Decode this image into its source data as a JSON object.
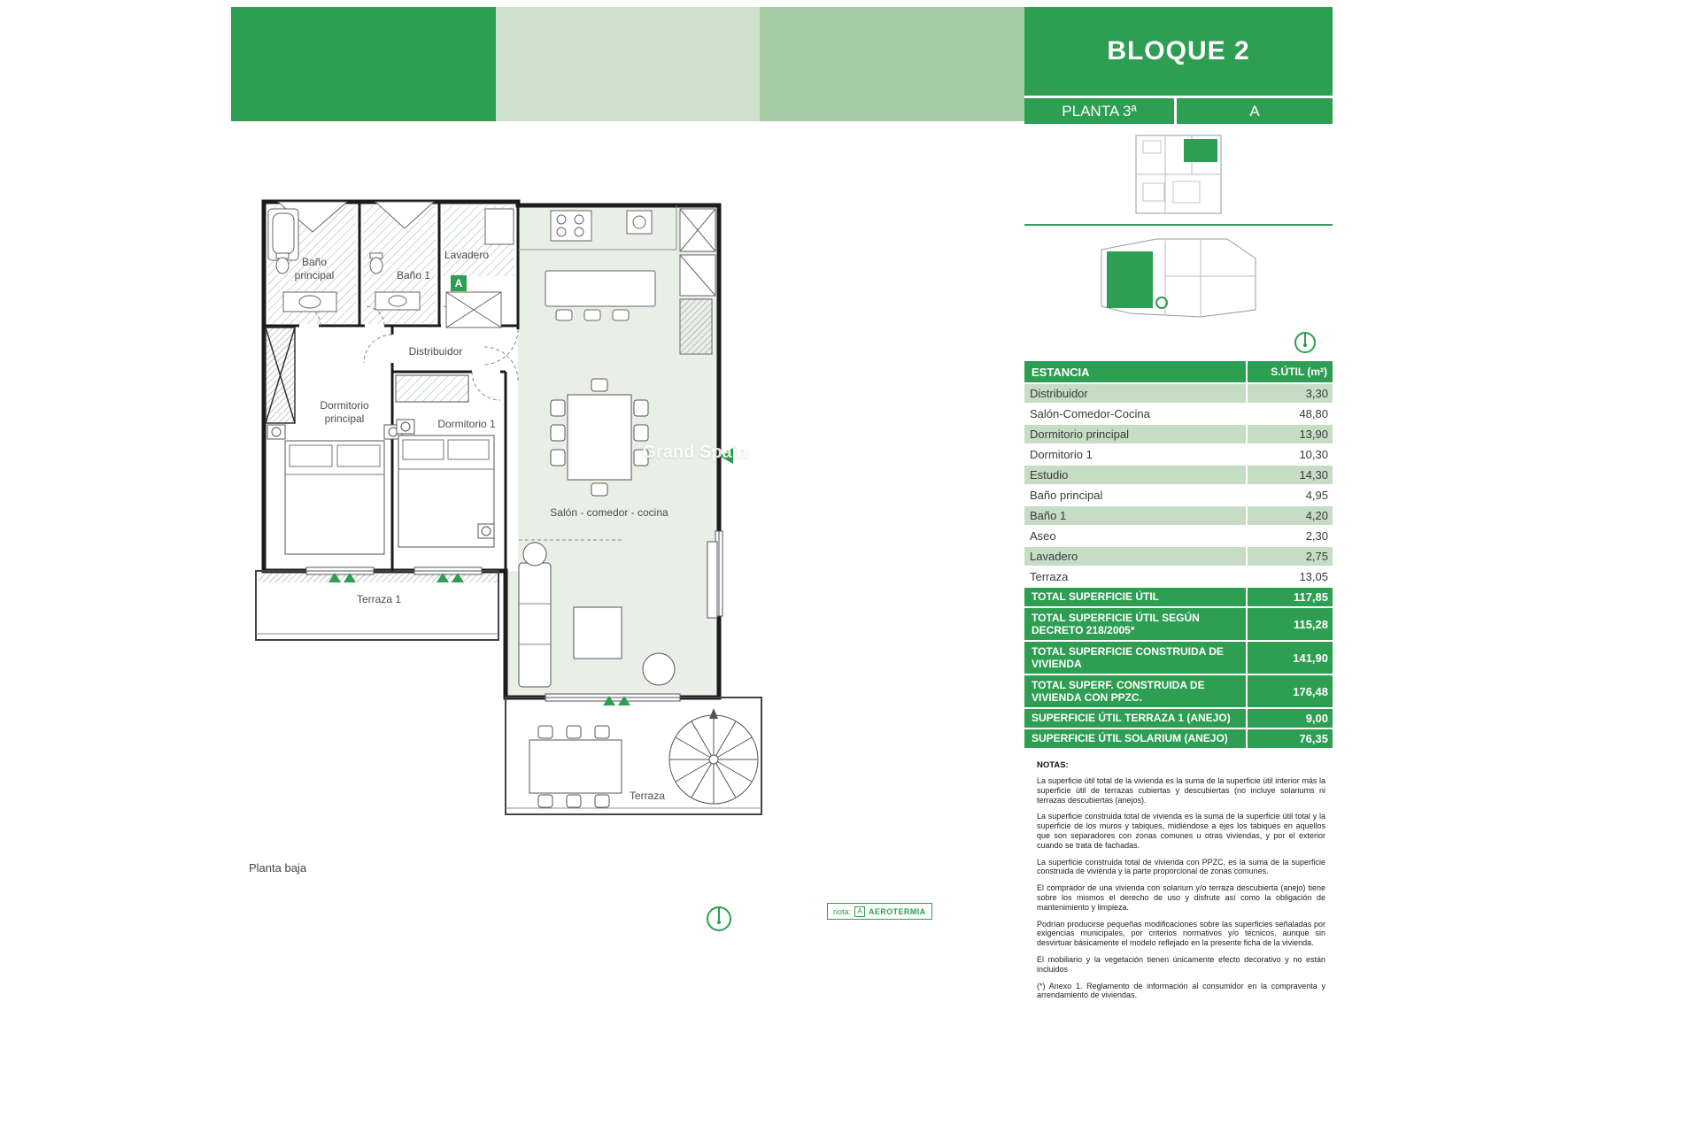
{
  "colors": {
    "accent_green": "#2d9e52",
    "band_pale": "#cfe0cc",
    "band_mid": "#a7cba5",
    "row_alt": "#c6dcc4"
  },
  "header": {
    "title": "BLOQUE 2",
    "planta": "PLANTA 3ª",
    "letter": "A"
  },
  "table": {
    "col_estancia": "ESTANCIA",
    "col_sutil": "S.ÚTIL (m²)",
    "rows": [
      {
        "label": "Distribuidor",
        "value": "3,30"
      },
      {
        "label": "Salón-Comedor-Cocina",
        "value": "48,80"
      },
      {
        "label": "Dormitorio principal",
        "value": "13,90"
      },
      {
        "label": "Dormitorio 1",
        "value": "10,30"
      },
      {
        "label": "Estudio",
        "value": "14,30"
      },
      {
        "label": "Baño principal",
        "value": "4,95"
      },
      {
        "label": "Baño 1",
        "value": "4,20"
      },
      {
        "label": "Aseo",
        "value": "2,30"
      },
      {
        "label": "Lavadero",
        "value": "2,75"
      },
      {
        "label": "Terraza",
        "value": "13,05"
      }
    ],
    "totals": [
      {
        "label": "TOTAL SUPERFICIE ÚTIL",
        "value": "117,85"
      },
      {
        "label": "TOTAL SUPERFICIE ÚTIL SEGÚN DECRETO 218/2005*",
        "value": "115,28"
      },
      {
        "label": "TOTAL SUPERFICIE CONSTRUIDA DE VIVIENDA",
        "value": "141,90"
      },
      {
        "label": "TOTAL SUPERF. CONSTRUIDA DE VIVIENDA CON PPZC.",
        "value": "176,48"
      },
      {
        "label": "SUPERFICIE ÚTIL TERRAZA 1 (ANEJO)",
        "value": "9,00"
      },
      {
        "label": "SUPERFICIE ÚTIL SOLARIUM (ANEJO)",
        "value": "76,35"
      }
    ]
  },
  "notes": {
    "title": "NOTAS:",
    "paragraphs": [
      "La superficie útil total de la vivienda es la suma de la superficie útil interior más la superficie útil de terrazas cubiertas y descubiertas (no incluye solariums ni terrazas descubiertas (anejos).",
      "La superficie construida total de vivienda es la suma de la superficie útil total y la superficie de los muros y tabiques, midiéndose a ejes los tabiques en aquellos que son separadores con zonas comunes u otras viviendas, y por el exterior cuando se trata de fachadas.",
      "La superficie construida total de vivienda con PPZC, es la suma de la superficie construida de vivienda y la parte proporcional de zonas comunes.",
      "El comprador de una vivienda con solarium y/o terraza descubierta (anejo) tiene sobre los mismos el derecho de uso y disfrute así como la obligación de mantenimiento y limpieza.",
      "Podrían producirse pequeñas modificaciones sobre las superficies señaladas por exigencias municipales, por criterios normativos y/o técnicos, aunque sin desvirtuar básicamente el modelo reflejado en la presente ficha de la vivienda.",
      "El mobiliario y la vegetación tienen únicamente efecto decorativo y no están incluidos",
      "(*) Anexo 1. Reglamento de información al consumidor en la compraventa y arrendamiento de viviendas."
    ]
  },
  "plan": {
    "labels": {
      "bano_principal": "Baño\nprincipal",
      "bano_1": "Baño 1",
      "lavadero": "Lavadero",
      "distribuidor": "Distribuidor",
      "dormitorio_principal": "Dormitorio\nprincipal",
      "dormitorio_1": "Dormitorio 1",
      "salon": "Salón - comedor - cocina",
      "terraza_1": "Terraza 1",
      "terraza": "Terraza"
    },
    "badge_a": "A",
    "floor_label": "Planta baja",
    "watermark": "Grand Spain",
    "nota": {
      "label": "nota:",
      "badge": "A",
      "text": "AEROTERMIA"
    }
  }
}
